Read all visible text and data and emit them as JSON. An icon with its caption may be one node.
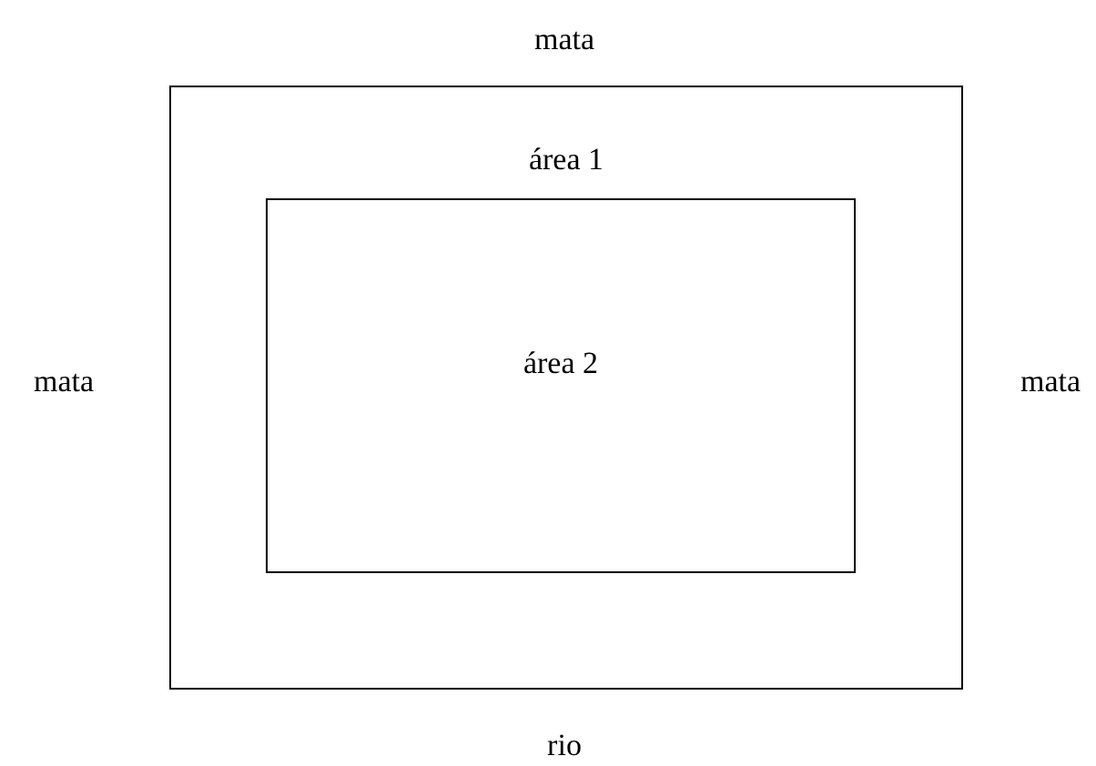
{
  "diagram": {
    "nodes": [
      {
        "text": [
          "área 1"
        ]
      },
      {
        "text": [
          "área 2"
        ],
        "in": 0
      }
    ],
    "labels": [
      "mata",
      "mata",
      "mata",
      "rio"
    ]
  }
}
